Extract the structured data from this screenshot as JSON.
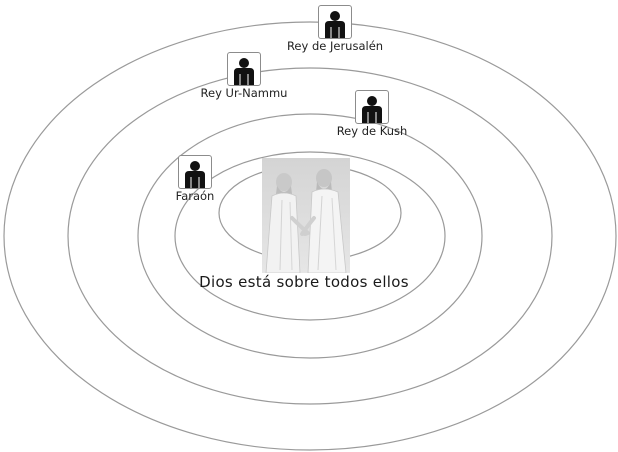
{
  "rulers": [
    {
      "label": "Rey de Jerusalén",
      "icon": "person-icon"
    },
    {
      "label": "Rey Ur-Nammu",
      "icon": "person-icon"
    },
    {
      "label": "Rey de Kush",
      "icon": "person-icon"
    },
    {
      "label": "Faraón",
      "icon": "person-icon"
    }
  ],
  "center": {
    "caption": "Dios está sobre todos ellos",
    "image": "two-robed-figures-picture"
  },
  "colors": {
    "ring_stroke": "#9a9a9a",
    "icon_fill": "#111111"
  }
}
